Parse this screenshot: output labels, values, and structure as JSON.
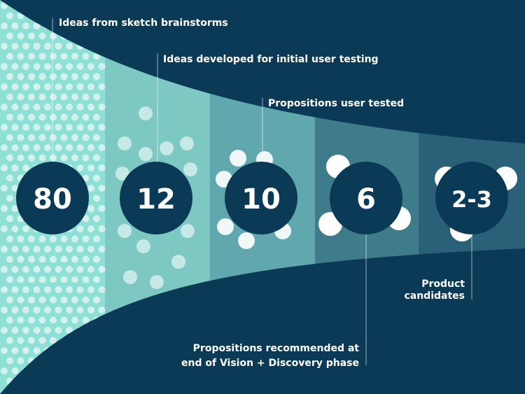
{
  "stages": [
    {
      "count": "80",
      "label_lines": [
        "Ideas from sketch brainstorms"
      ]
    },
    {
      "count": "12",
      "label_lines": [
        "Ideas developed for initial user testing"
      ]
    },
    {
      "count": "10",
      "label_lines": [
        "Propositions user tested"
      ]
    },
    {
      "count": "6",
      "label_lines": [
        "Propositions recommended at",
        "end of Vision + Discovery phase"
      ]
    },
    {
      "count": "2-3",
      "label_lines": [
        "Product",
        "candidates"
      ]
    }
  ],
  "colors": {
    "background": "#0b3a56",
    "circle": "#0b3a56",
    "dot": "#dff3f1",
    "segments": [
      "#8ee0d6",
      "#7dc8c3",
      "#60a8ad",
      "#3e7c8c",
      "#2b6178"
    ]
  }
}
